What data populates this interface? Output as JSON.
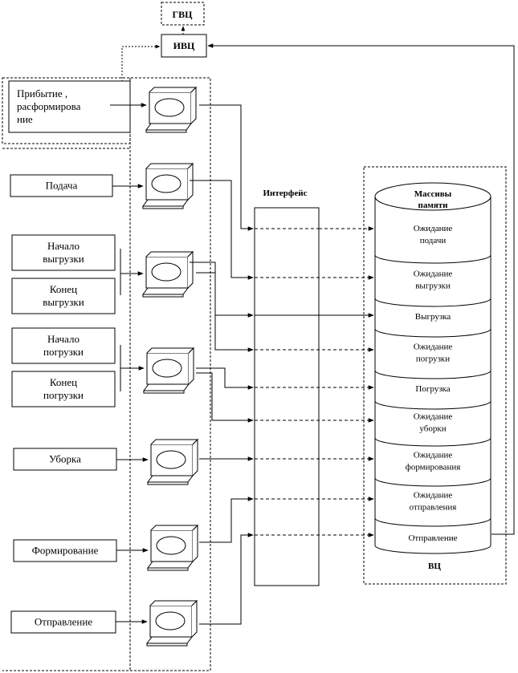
{
  "nodes": {
    "gvc": "ГВЦ",
    "ivc": "ИВЦ",
    "interface": "Интерфейс",
    "memory_array": [
      "Массивы",
      "памяти"
    ],
    "vc": "ВЦ"
  },
  "stations": [
    {
      "name": "arrival",
      "lines": [
        "Прибытие ,",
        "расформирова",
        "ние"
      ]
    },
    {
      "name": "supply",
      "lines": [
        "Подача"
      ]
    },
    {
      "name": "unload-start",
      "lines": [
        "Начало",
        "выгрузки"
      ]
    },
    {
      "name": "unload-end",
      "lines": [
        "Конец",
        "выгрузки"
      ]
    },
    {
      "name": "load-start",
      "lines": [
        "Начало",
        "погрузки"
      ]
    },
    {
      "name": "load-end",
      "lines": [
        "Конец",
        "погрузки"
      ]
    },
    {
      "name": "cleaning",
      "lines": [
        "Уборка"
      ]
    },
    {
      "name": "forming",
      "lines": [
        "Формирование"
      ]
    },
    {
      "name": "dispatch",
      "lines": [
        "Отправление"
      ]
    }
  ],
  "memory_sections": [
    {
      "name": "wait-supply",
      "lines": [
        "Ожидание",
        "подачи"
      ]
    },
    {
      "name": "wait-unload",
      "lines": [
        "Ожидание",
        "выгрузки"
      ]
    },
    {
      "name": "unload",
      "lines": [
        "Выгрузка"
      ]
    },
    {
      "name": "wait-load",
      "lines": [
        "Ожидание",
        "погрузки"
      ]
    },
    {
      "name": "load",
      "lines": [
        "Погрузка"
      ]
    },
    {
      "name": "wait-cleaning",
      "lines": [
        "Ожидание",
        "уборки"
      ]
    },
    {
      "name": "wait-forming",
      "lines": [
        "Ожидание",
        "формирования"
      ]
    },
    {
      "name": "wait-dispatch",
      "lines": [
        "Ожидание",
        "отправления"
      ]
    },
    {
      "name": "dispatch",
      "lines": [
        "Отправление"
      ]
    }
  ]
}
